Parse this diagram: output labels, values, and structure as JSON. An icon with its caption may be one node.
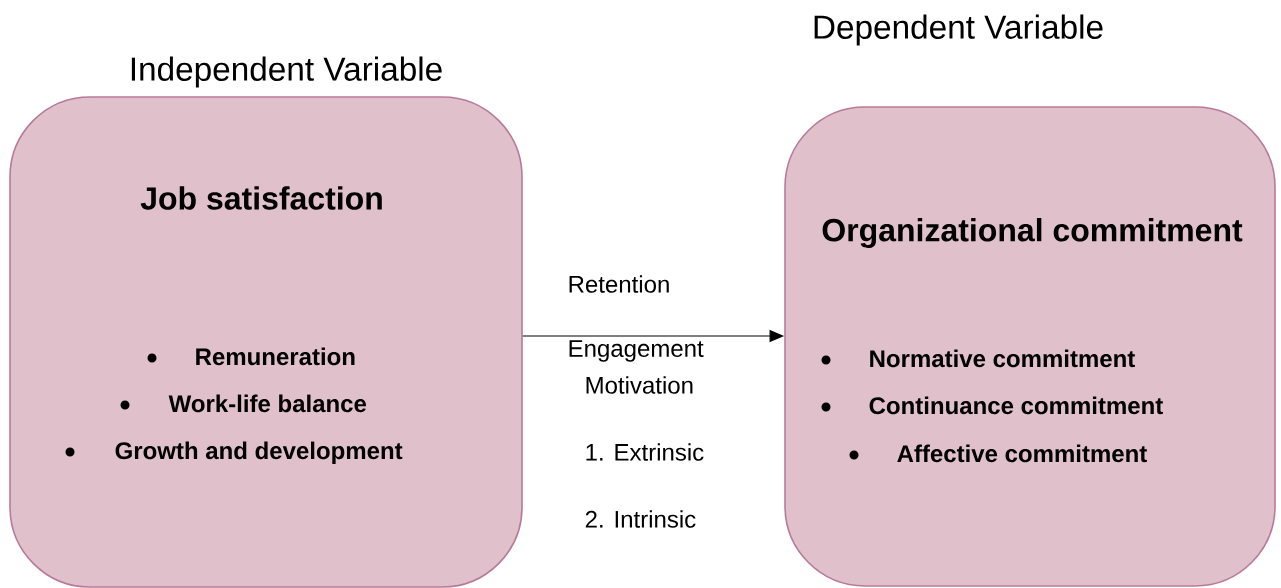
{
  "diagram": {
    "nodes": [
      {
        "text": [
          "Independent Variable",
          "Job satisfaction",
          "Remuneration",
          "Work-life balance",
          "Growth and development"
        ]
      },
      {
        "text": [
          "Dependent Variable",
          "Organizational commitment",
          "Normative commitment",
          "Continuance commitment",
          "Affective commitment"
        ]
      }
    ],
    "edges": [
      {
        "from": 0,
        "to": 1,
        "arrow": "to"
      }
    ],
    "labels": [
      "Retention",
      "Engagement",
      "Motivation",
      "1. Extrinsic",
      "2. Intrinsic"
    ]
  }
}
